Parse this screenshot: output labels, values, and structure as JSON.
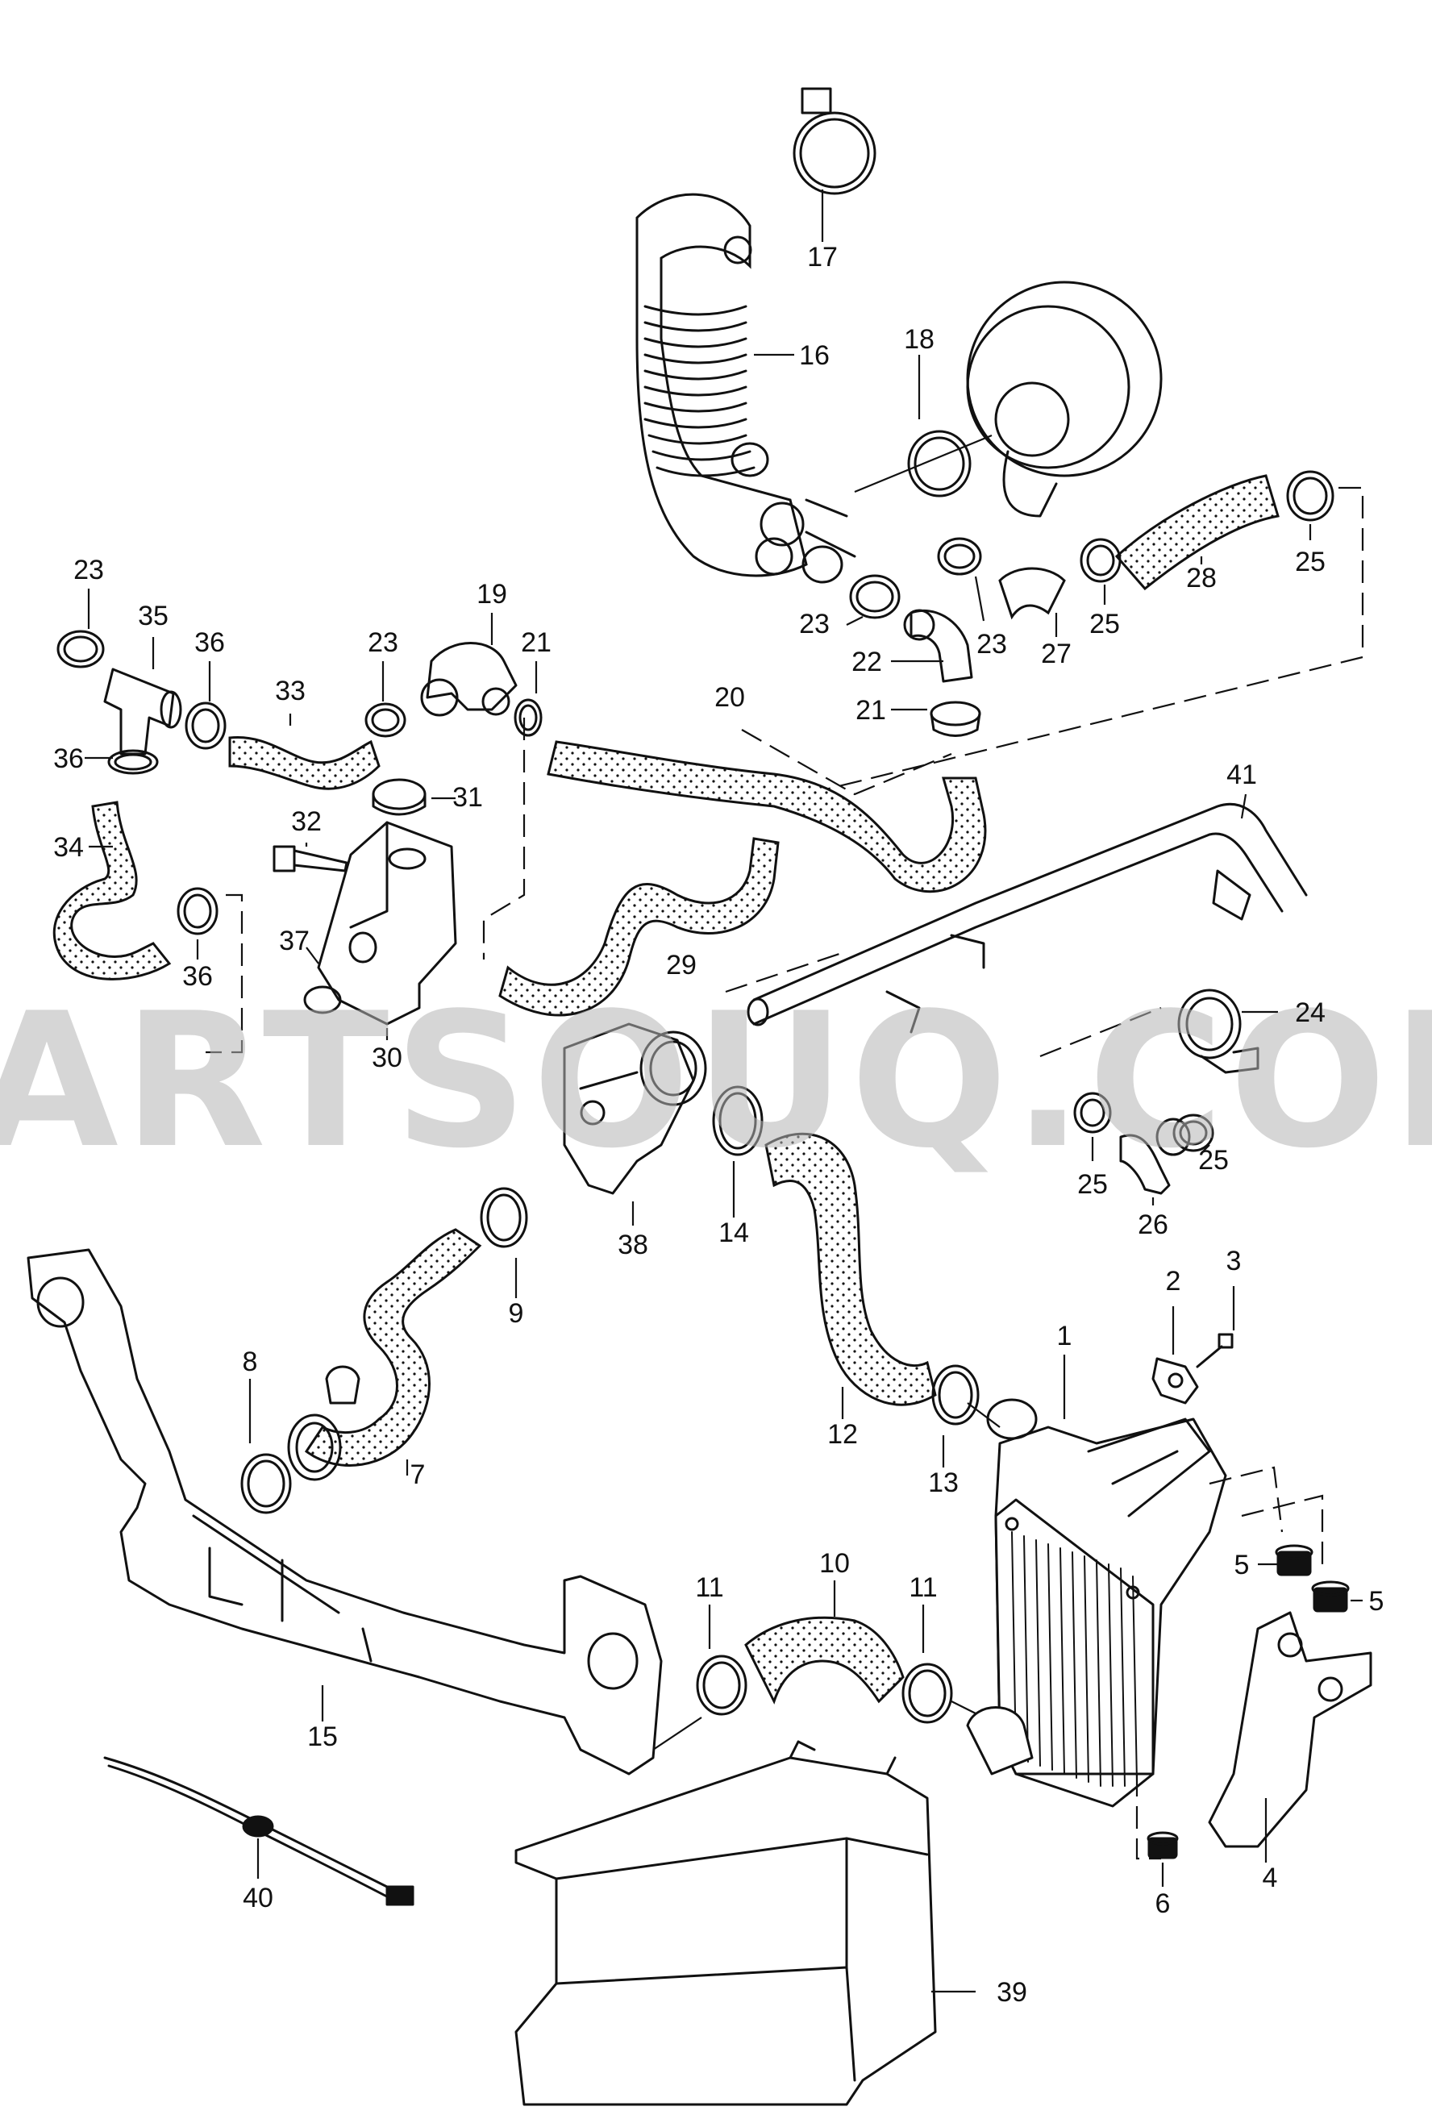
{
  "watermark": "PARTSOUQ.COM",
  "callouts": [
    "1",
    "2",
    "3",
    "4",
    "5",
    "5",
    "6",
    "7",
    "8",
    "9",
    "10",
    "11",
    "11",
    "12",
    "13",
    "14",
    "15",
    "16",
    "17",
    "18",
    "19",
    "20",
    "21",
    "21",
    "22",
    "23",
    "23",
    "23",
    "23",
    "24",
    "25",
    "25",
    "25",
    "25",
    "26",
    "27",
    "28",
    "29",
    "30",
    "31",
    "32",
    "33",
    "34",
    "35",
    "36",
    "36",
    "36",
    "37",
    "38",
    "39",
    "40",
    "41"
  ]
}
